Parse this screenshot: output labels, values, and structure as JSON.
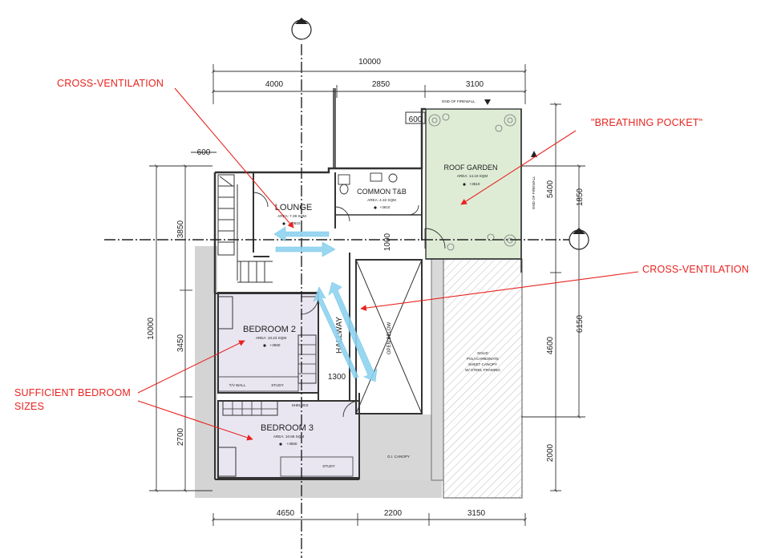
{
  "annotations": {
    "cross_ventilation_top": "CROSS-VENTILATION",
    "breathing_pocket": "\"BREATHING POCKET\"",
    "cross_ventilation_right": "CROSS-VENTILATION",
    "sufficient_bedroom_line1": "SUFFICIENT BEDROOM",
    "sufficient_bedroom_line2": "SIZES"
  },
  "dimensions": {
    "top_total": "10000",
    "top_1": "4000",
    "top_2": "2850",
    "top_3": "3100",
    "bottom_1": "4650",
    "bottom_2": "2200",
    "bottom_3": "3150",
    "left_total": "10000",
    "left_1": "3850",
    "left_2": "3450",
    "left_3": "2700",
    "left_600": "600",
    "right_1": "5400",
    "right_2": "4600",
    "right_3": "2000",
    "right_far_1": "1850",
    "right_far_2": "6150",
    "d_600": "600",
    "d_1000": "1000",
    "d_1300": "1300"
  },
  "rooms": {
    "lounge": {
      "name": "LOUNGE",
      "area": "AREA: 7.39 SQM",
      "level": "+3610"
    },
    "common_tb": {
      "name": "COMMON T&B",
      "area": "AREA: 4.32 SQM",
      "level": "+3610"
    },
    "roof_garden": {
      "name": "ROOF GARDEN",
      "area": "AREA: 14.10 SQM",
      "level": "+3610"
    },
    "bedroom2": {
      "name": "BEDROOM 2",
      "area": "AREA: 10.23 SQM",
      "level": "+3660"
    },
    "bedroom3": {
      "name": "BEDROOM 3",
      "area": "AREA: 10.86 SQM",
      "level": "+3660"
    },
    "hallway": "HALLWAY",
    "open_below": "OPEN BELOW",
    "canopy_l1": "SOLID",
    "canopy_l2": "POLYCARBONATE",
    "canopy_l3": "SHEET CANOPY",
    "canopy_l4": "W/ STEEL FRAMING",
    "gi_canopy": "G.I. CANOPY",
    "tv_wall": "T/V WALL",
    "study_1": "STUDY",
    "study_2": "STUDY",
    "shelves": "SHELVES",
    "end_firewall_top": "END OF FIREWALL",
    "end_firewall_side": "END OF FIREWALL"
  },
  "colors": {
    "annotation": "#e8231f",
    "bedroom_fill": "#e9e6f2",
    "garden_fill": "#deecd6",
    "arrow": "#8fd3f0",
    "shade": "#d4d4d4"
  }
}
